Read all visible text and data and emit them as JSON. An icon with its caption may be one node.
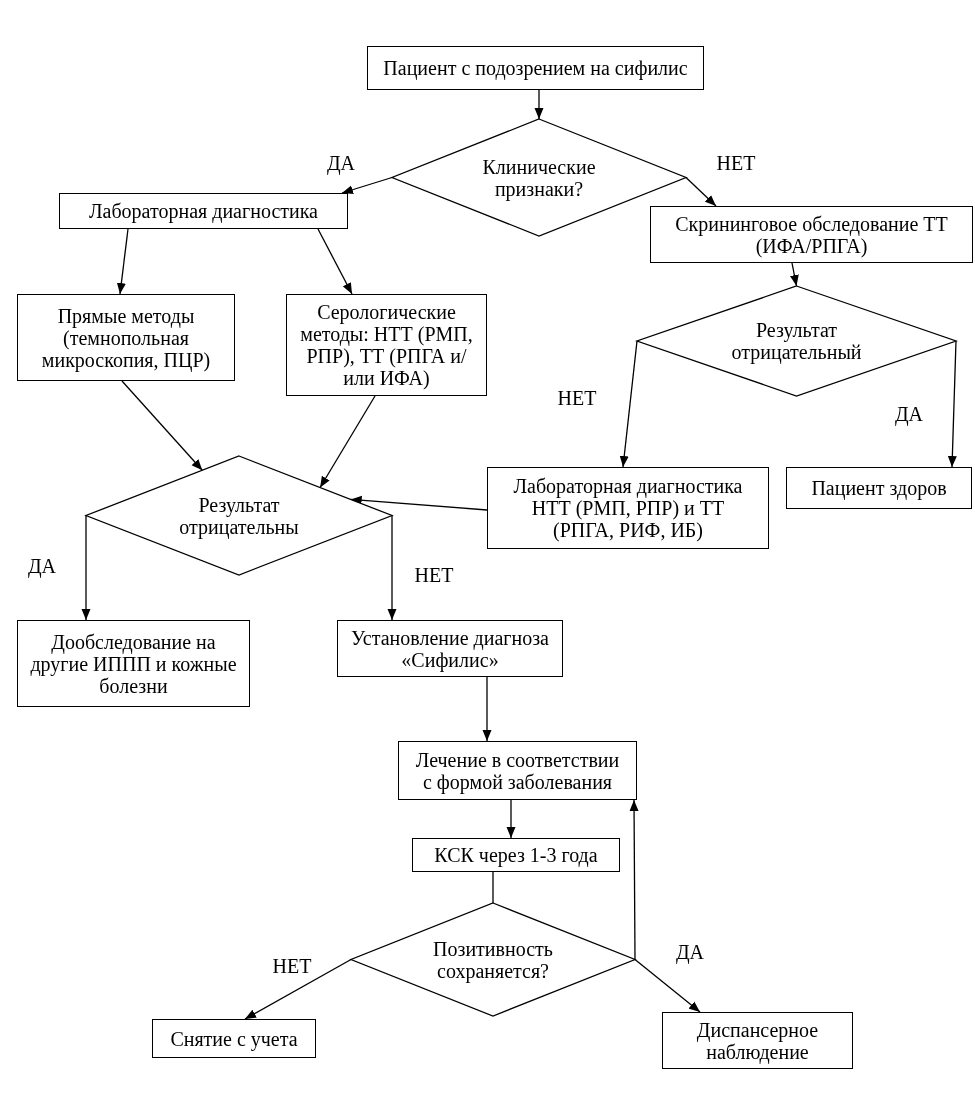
{
  "diagram": {
    "nodes": [
      {
        "text": [
          "Пациент с подозрением на сифилис"
        ]
      },
      {
        "text": [
          "Клинические признаки?"
        ]
      },
      {
        "text": [
          "Лабораторная диагностика"
        ]
      },
      {
        "text": [
          "Скрининговое обследование ТТ (ИФА/РПГА)"
        ]
      },
      {
        "text": [
          "Прямые методы (темнопольная микроскопия, ПЦР)"
        ]
      },
      {
        "text": [
          "Серологические методы: НТТ (РМП, РПР), ТТ (РПГА и/или ИФА)"
        ]
      },
      {
        "text": [
          "Результат отрицательный"
        ]
      },
      {
        "text": [
          "Результат отрицательны"
        ]
      },
      {
        "text": [
          "Лабораторная диагностика НТТ (РМП, РПР) и ТТ (РПГА, РИФ, ИБ)"
        ]
      },
      {
        "text": [
          "Пациент здоров"
        ]
      },
      {
        "text": [
          "Дообследование на другие ИППП и кожные болезни"
        ]
      },
      {
        "text": [
          "Установление диагноза «Сифилис»"
        ]
      },
      {
        "text": [
          "Лечение в соответствии с формой заболевания"
        ]
      },
      {
        "text": [
          "КСК через 1-3 года"
        ]
      },
      {
        "text": [
          "Позитивность сохраняется?"
        ]
      },
      {
        "text": [
          "Снятие с учета"
        ]
      },
      {
        "text": [
          "Диспансерное наблюдение"
        ]
      }
    ],
    "edges": [
      {
        "from": 0,
        "to": 1,
        "arrow": "to"
      },
      {
        "from": 1,
        "to": 2,
        "arrow": "to",
        "label": "ДА"
      },
      {
        "from": 1,
        "to": 3,
        "arrow": "to",
        "label": "НЕТ"
      },
      {
        "from": 2,
        "to": 4,
        "arrow": "to"
      },
      {
        "from": 2,
        "to": 5,
        "arrow": "to"
      },
      {
        "from": 3,
        "to": 6,
        "arrow": "to"
      },
      {
        "from": 6,
        "to": 8,
        "arrow": "to",
        "label": "НЕТ"
      },
      {
        "from": 6,
        "to": 9,
        "arrow": "to",
        "label": "ДА"
      },
      {
        "from": 4,
        "to": 7,
        "arrow": "to"
      },
      {
        "from": 5,
        "to": 7,
        "arrow": "to"
      },
      {
        "from": 8,
        "to": 7,
        "arrow": "to"
      },
      {
        "from": 7,
        "to": 10,
        "arrow": "to",
        "label": "ДА"
      },
      {
        "from": 7,
        "to": 11,
        "arrow": "to",
        "label": "НЕТ"
      },
      {
        "from": 11,
        "to": 12,
        "arrow": "to"
      },
      {
        "from": 12,
        "to": 13,
        "arrow": "to"
      },
      {
        "from": 13,
        "to": 14,
        "arrow": "none"
      },
      {
        "from": 14,
        "to": 15,
        "arrow": "to",
        "label": "НЕТ"
      },
      {
        "from": 14,
        "to": 12,
        "arrow": "to"
      },
      {
        "from": 14,
        "to": 16,
        "arrow": "to",
        "label": "ДА"
      }
    ]
  }
}
